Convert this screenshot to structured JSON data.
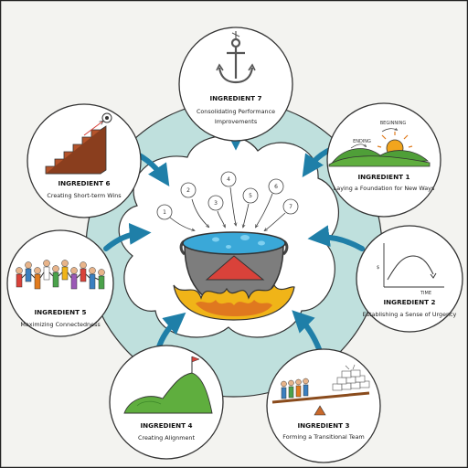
{
  "ingredients": [
    {
      "number": 1,
      "title": "INGREDIENT 1",
      "subtitle": [
        "Laying a Foundation for New Ways"
      ],
      "icon": "sunrise-icon",
      "labels": {
        "left": "ENDING",
        "right": "BEGINNING"
      }
    },
    {
      "number": 2,
      "title": "INGREDIENT 2",
      "subtitle": [
        "Establishing a Sense of Urgency"
      ],
      "icon": "urgency-graph-icon",
      "labels": {
        "y": "$",
        "x": "TIME"
      }
    },
    {
      "number": 3,
      "title": "INGREDIENT 3",
      "subtitle": [
        "Forming a Transitional Team"
      ],
      "icon": "seesaw-team-icon"
    },
    {
      "number": 4,
      "title": "INGREDIENT 4",
      "subtitle": [
        "Creating Alignment"
      ],
      "icon": "flag-hill-icon"
    },
    {
      "number": 5,
      "title": "INGREDIENT 5",
      "subtitle": [
        "Maximizing Connectedness"
      ],
      "icon": "people-circle-icon"
    },
    {
      "number": 6,
      "title": "INGREDIENT 6",
      "subtitle": [
        "Creating Short-term Wins"
      ],
      "icon": "stairs-target-icon"
    },
    {
      "number": 7,
      "title": "INGREDIENT 7",
      "subtitle": [
        "Consolidating Performance",
        "Improvements"
      ],
      "icon": "anchor-icon"
    }
  ],
  "pot_numbers": [
    "1",
    "2",
    "3",
    "4",
    "5",
    "6",
    "7"
  ],
  "colors": {
    "ring": "#bfe0dd",
    "arrow": "#1f7fa8",
    "pot": "#7d7d7d",
    "flame": "#f0b418",
    "flame_inner": "#e0781f",
    "hill": "#5fae3e",
    "brew": "#3aa8d8"
  }
}
